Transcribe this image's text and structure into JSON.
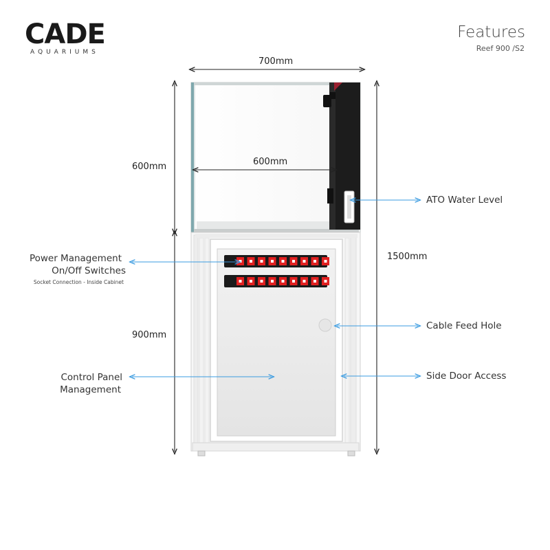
{
  "brand": {
    "logo": "CADE",
    "sub": "AQUARIUMS"
  },
  "header": {
    "title": "Features",
    "subtitle": "Reef 900 /S2"
  },
  "dimensions": {
    "width": "700mm",
    "inner_width": "600mm",
    "tank_height": "600mm",
    "cabinet_height": "900mm",
    "total_height": "1500mm"
  },
  "callouts": {
    "ato": "ATO Water Level",
    "power_line1": "Power Management",
    "power_line2": "On/Off Switches",
    "power_note": "Socket Connection - Inside Cabinet",
    "cable": "Cable Feed Hole",
    "control_line1": "Control Panel",
    "control_line2": "Management",
    "side_door": "Side Door Access"
  },
  "colors": {
    "callout": "#3a9be0",
    "switch": "#e02020",
    "sump": "#1c1c1c"
  }
}
